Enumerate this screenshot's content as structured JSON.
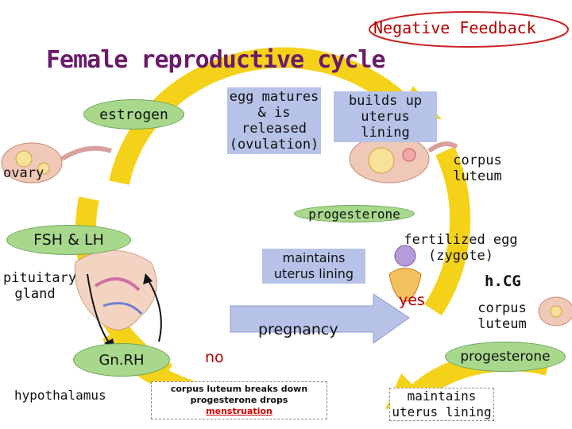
{
  "header": {
    "title": "Female reproductive cycle",
    "negative_feedback": "Negative Feedback"
  },
  "labels": {
    "estrogen": "estrogen",
    "ovary": "ovary",
    "egg_matures": "egg matures & is released (ovulation)",
    "builds_up": "builds up uterus lining",
    "corpus_luteum_top": "corpus luteum",
    "progesterone_top": "progesterone",
    "fsh_lh": "FSH & LH",
    "pituitary": "pituitary gland",
    "maintains_center": "maintains uterus lining",
    "fertilized_egg": "fertilized egg (zygote)",
    "yes": "yes",
    "hcg": "h.CG",
    "corpus_luteum_right": "corpus luteum",
    "pregnancy": "pregnancy",
    "gnrh": "Gn.RH",
    "no": "no",
    "progesterone_bottom": "progesterone",
    "hypothalamus": "hypothalamus",
    "breaks_down_1": "corpus luteum breaks down",
    "breaks_down_2": "progesterone drops",
    "menstruation": "menstruation",
    "maintains_bottom": "maintains uterus lining"
  },
  "colors": {
    "cycle_arrow": "#f5d21a",
    "title": "#6a1b6a",
    "box_blue": "#b7c2e8",
    "green_oval": "#a8d88c",
    "negative_feedback": "#b30000"
  }
}
